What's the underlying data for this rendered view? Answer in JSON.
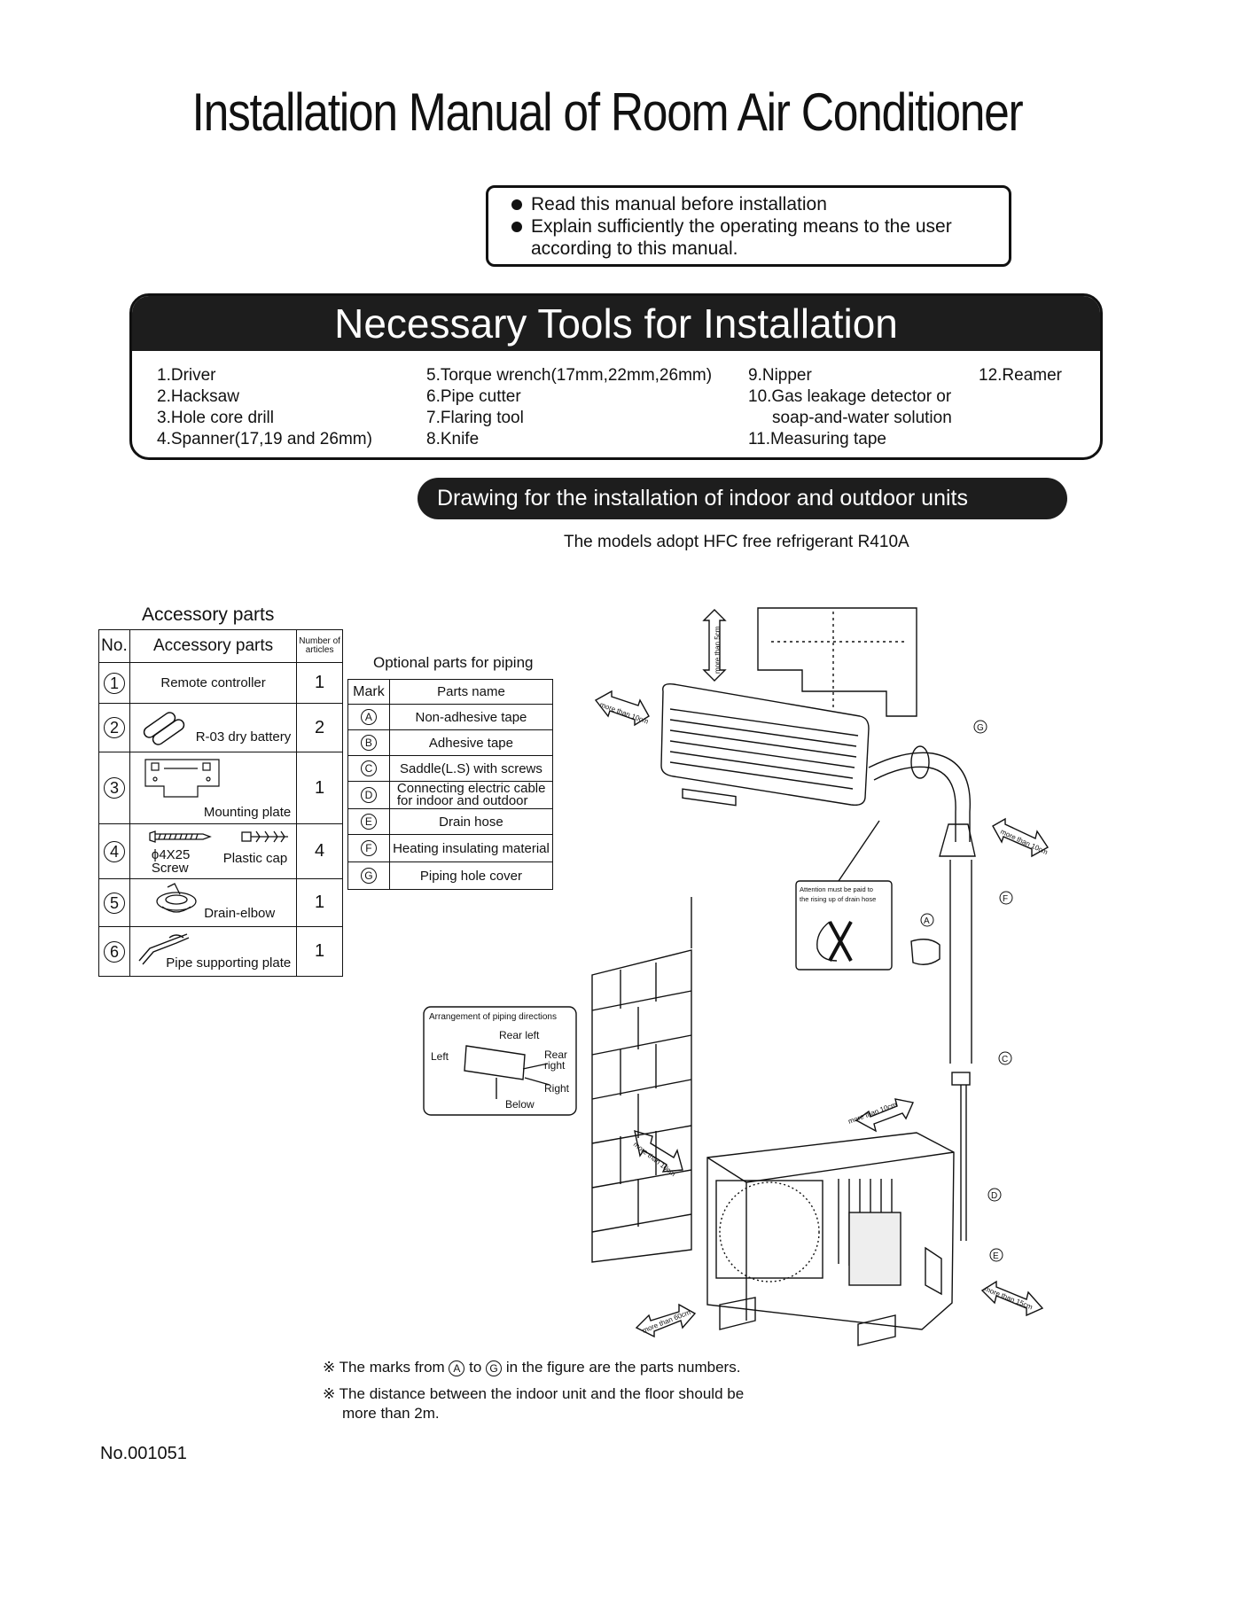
{
  "title": "Installation Manual of Room Air Conditioner",
  "notice": {
    "items": [
      "Read this manual before installation",
      "Explain sufficiently the operating means to the user",
      "according to this manual."
    ]
  },
  "tools": {
    "heading": "Necessary Tools for Installation",
    "col1": [
      "1.Driver",
      "2.Hacksaw",
      "3.Hole core drill",
      "4.Spanner(17,19 and 26mm)"
    ],
    "col2": [
      "5.Torque wrench(17mm,22mm,26mm)",
      "6.Pipe cutter",
      "7.Flaring tool",
      "8.Knife"
    ],
    "col3": [
      "9.Nipper",
      "10.Gas leakage detector or",
      "soap-and-water solution",
      "11.Measuring tape"
    ],
    "col4": [
      "12.Reamer"
    ]
  },
  "drawing_heading": "Drawing for the installation of indoor and outdoor units",
  "models_note": "The models adopt HFC free refrigerant R410A",
  "accessory": {
    "caption": "Accessory parts",
    "headers": {
      "no": "No.",
      "name": "Accessory parts",
      "count": "Number of articles"
    },
    "rows": [
      {
        "no": "1",
        "name": "Remote controller",
        "count": "1"
      },
      {
        "no": "2",
        "name": "R-03 dry battery",
        "count": "2"
      },
      {
        "no": "3",
        "name": "Mounting plate",
        "count": "1"
      },
      {
        "no": "4",
        "name": "Plastic cap",
        "screw": "ϕ4X25",
        "screw2": "Screw",
        "count": "4"
      },
      {
        "no": "5",
        "name": "Drain-elbow",
        "count": "1"
      },
      {
        "no": "6",
        "name": "Pipe supporting plate",
        "count": "1"
      }
    ]
  },
  "optional": {
    "caption": "Optional parts for piping",
    "headers": {
      "mark": "Mark",
      "name": "Parts name"
    },
    "rows": [
      {
        "mark": "A",
        "name": "Non-adhesive tape"
      },
      {
        "mark": "B",
        "name": "Adhesive tape"
      },
      {
        "mark": "C",
        "name": "Saddle(L.S) with screws"
      },
      {
        "mark": "D",
        "name": "Connecting electric cable",
        "name2": "for indoor and outdoor"
      },
      {
        "mark": "E",
        "name": "Drain hose"
      },
      {
        "mark": "F",
        "name": "Heating insulating material"
      },
      {
        "mark": "G",
        "name": "Piping hole cover"
      }
    ]
  },
  "figure": {
    "piping_box": {
      "title": "Arrangement of piping directions",
      "rear_left": "Rear left",
      "left": "Left",
      "rear": "Rear",
      "right_b": "right",
      "right": "Right",
      "below": "Below"
    },
    "attention": {
      "line1": "Attention must be paid to",
      "line2": "the rising up of drain hose"
    },
    "clearance": {
      "top": "more than 5cm",
      "left": "more than 10cm",
      "right": "more than 10cm",
      "wall": "more than 10cm",
      "mid": "more than 10cm",
      "front": "more than 60cm",
      "side": "more than 15cm"
    },
    "marks": [
      "A",
      "C",
      "D",
      "E",
      "F",
      "G"
    ]
  },
  "notes": {
    "sym": "※",
    "n1a": "The marks from",
    "n1b": "to",
    "n1c": "in the figure are the parts numbers.",
    "mA": "A",
    "mG": "G",
    "n2": "The distance between the indoor unit and the floor should be",
    "n2b": "more than 2m."
  },
  "doc_number": "No.001051"
}
